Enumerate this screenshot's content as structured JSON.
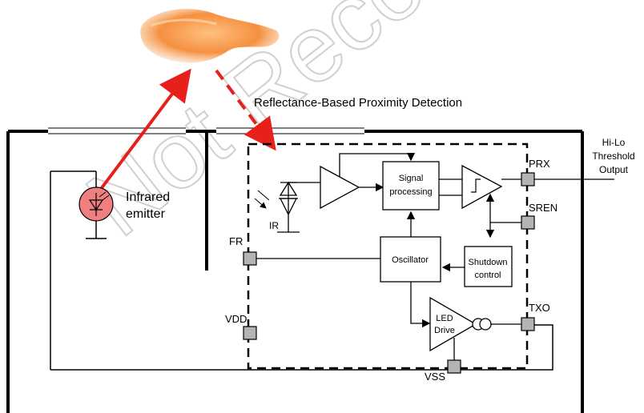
{
  "title": "Reflectance-Based Proximity Detection",
  "watermark": "Not Recommended",
  "output_label": [
    "Hi-Lo",
    "Threshold",
    "Output"
  ],
  "emitter": {
    "label": [
      "Infrared",
      "emitter"
    ]
  },
  "photodiode_label": "IR",
  "blocks": {
    "signal_processing": [
      "Signal",
      "processing"
    ],
    "oscillator": "Oscillator",
    "shutdown_control": [
      "Shutdown",
      "control"
    ],
    "led_drive": [
      "LED",
      "Drive"
    ]
  },
  "pins": {
    "prx": "PRX",
    "sren": "SREN",
    "fr": "FR",
    "vdd": "VDD",
    "txo": "TXO",
    "vss": "VSS"
  },
  "colors": {
    "beam": "#e8201c",
    "emitter_fill": "#f08080",
    "pin_fill": "#b4b4b4",
    "hand": "#f5a050",
    "watermark": "#d8d8d8"
  }
}
